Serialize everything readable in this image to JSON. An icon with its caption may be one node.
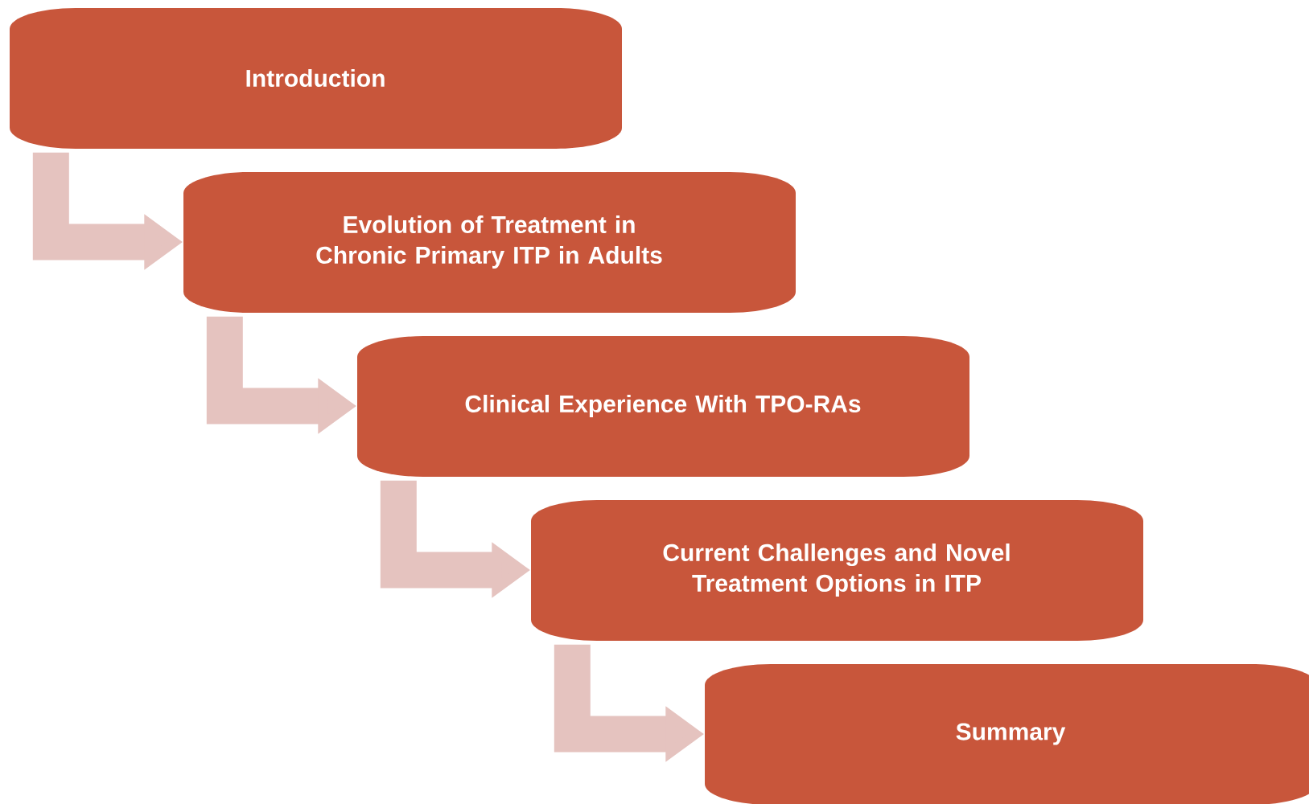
{
  "diagram": {
    "nodes": [
      {
        "text": [
          "Introduction"
        ]
      },
      {
        "text": [
          "Evolution of Treatment in Chronic Primary ITP in Adults"
        ]
      },
      {
        "text": [
          "Clinical Experience With TPO-RAs"
        ]
      },
      {
        "text": [
          "Current Challenges and Novel Treatment Options in ITP"
        ]
      },
      {
        "text": [
          "Summary"
        ]
      }
    ],
    "edges": [
      {
        "from": 0,
        "to": 1,
        "arrow": "to"
      },
      {
        "from": 1,
        "to": 2,
        "arrow": "to"
      },
      {
        "from": 2,
        "to": 3,
        "arrow": "to"
      },
      {
        "from": 3,
        "to": 4,
        "arrow": "to"
      }
    ]
  }
}
